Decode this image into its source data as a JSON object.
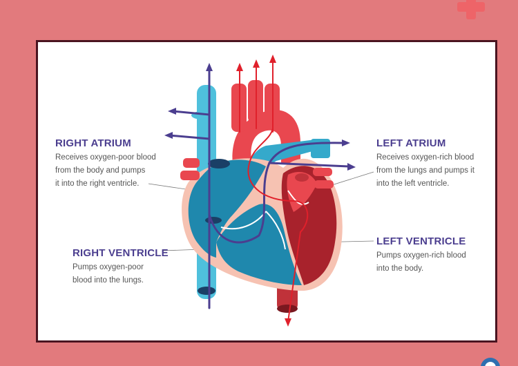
{
  "labels": {
    "right_atrium": {
      "title": "RIGHT ATRIUM",
      "line1": "Receives oxygen-poor blood",
      "line2": "from the body and pumps",
      "line3": "it into the right ventricle."
    },
    "left_atrium": {
      "title": "LEFT ATRIUM",
      "line1": "Receives oxygen-rich blood",
      "line2": "from the lungs and pumps it",
      "line3": "into the left ventricle."
    },
    "right_ventricle": {
      "title": "RIGHT VENTRICLE",
      "line1": "Pumps oxygen-poor",
      "line2": "blood into the lungs."
    },
    "left_ventricle": {
      "title": "LEFT VENTRICLE",
      "line1": "Pumps oxygen-rich blood",
      "line2": "into the body."
    }
  },
  "colors": {
    "background": "#e27a7d",
    "oxygen_poor": "#1f88ad",
    "oxygen_poor_light": "#4fc0dc",
    "oxygen_rich": "#e9474f",
    "oxygen_rich_dark": "#a8222c",
    "vein_line": "#4b3e8f",
    "artery_line": "#e0202b",
    "heading": "#4b3e8f"
  }
}
